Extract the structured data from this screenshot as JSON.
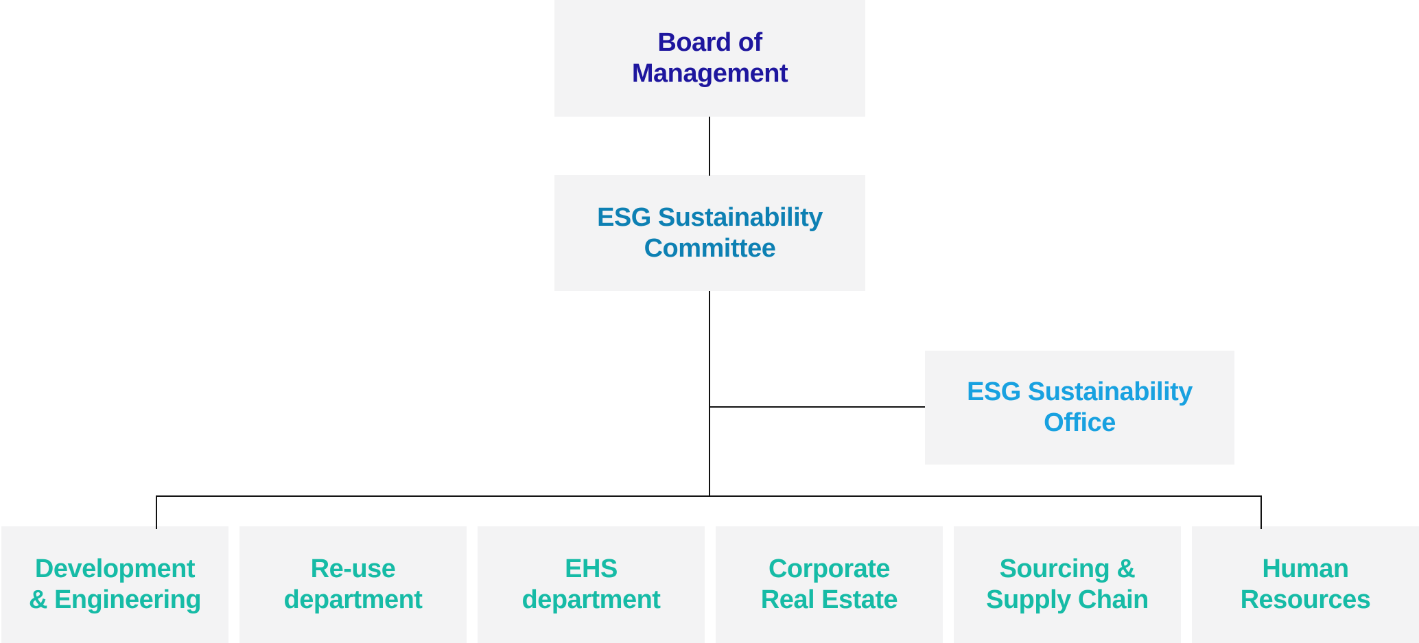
{
  "diagram": {
    "type": "org-chart",
    "colors": {
      "box_bg": "#f3f3f4",
      "line": "#111111",
      "board_text": "#1e169e",
      "committee_text": "#0d80b3",
      "office_text": "#18a1e0",
      "department_text": "#16bba6"
    },
    "nodes": {
      "board": {
        "label": "Board of\nManagement"
      },
      "committee": {
        "label": "ESG Sustainability\nCommittee"
      },
      "office": {
        "label": "ESG Sustainability\nOffice"
      }
    },
    "departments": [
      {
        "label": "Development\n& Engineering"
      },
      {
        "label": "Re-use\ndepartment"
      },
      {
        "label": "EHS\ndepartment"
      },
      {
        "label": "Corporate\nReal Estate"
      },
      {
        "label": "Sourcing &\nSupply Chain"
      },
      {
        "label": "Human\nResources"
      }
    ]
  }
}
